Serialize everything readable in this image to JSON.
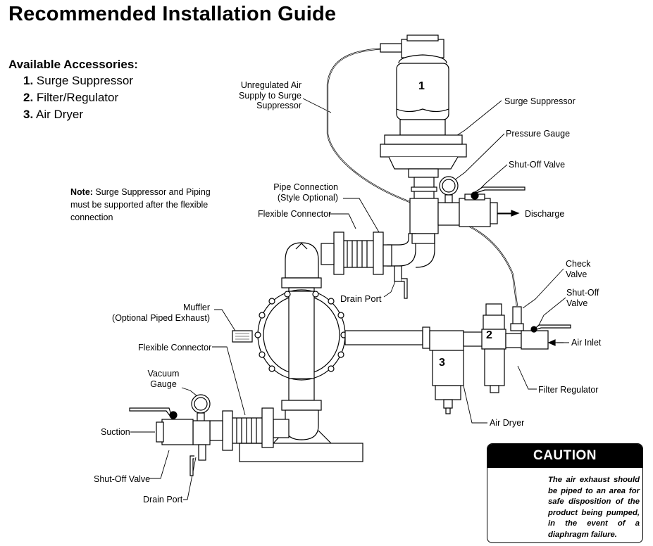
{
  "title": "Recommended Installation Guide",
  "accessories": {
    "heading": "Available Accessories:",
    "items": [
      {
        "num": "1.",
        "label": "Surge Suppressor"
      },
      {
        "num": "2.",
        "label": "Filter/Regulator"
      },
      {
        "num": "3.",
        "label": "Air Dryer"
      }
    ]
  },
  "note": {
    "prefix": "Note:",
    "text": " Surge Suppressor and Piping must be supported after the flexible connection"
  },
  "labels": {
    "unregulated_air": [
      "Unregulated Air",
      "Supply to Surge",
      "Suppressor"
    ],
    "surge_suppressor": "Surge Suppressor",
    "pressure_gauge": "Pressure Gauge",
    "shutoff_valve_top": "Shut-Off Valve",
    "discharge": "Discharge",
    "pipe_connection": [
      "Pipe Connection",
      "(Style Optional)"
    ],
    "flexible_connector_top": "Flexible Connector",
    "drain_port_top": "Drain Port",
    "check_valve": [
      "Check",
      "Valve"
    ],
    "shutoff_valve_right": [
      "Shut-Off",
      "Valve"
    ],
    "air_inlet": "Air Inlet",
    "muffler": [
      "Muffler",
      "(Optional Piped Exhaust)"
    ],
    "flexible_connector_bottom": "Flexible Connector",
    "filter_regulator": "Filter Regulator",
    "vacuum_gauge": [
      "Vacuum",
      "Gauge"
    ],
    "suction": "Suction",
    "air_dryer": "Air Dryer",
    "shutoff_valve_bottom": "Shut-Off Valve",
    "drain_port_bottom": "Drain Port"
  },
  "numbers": {
    "one": "1",
    "two": "2",
    "three": "3"
  },
  "caution": {
    "heading": "CAUTION",
    "text": "The air exhaust should be piped to an area for safe disposition of the product being pumped, in the event of a diaphragm failure."
  }
}
